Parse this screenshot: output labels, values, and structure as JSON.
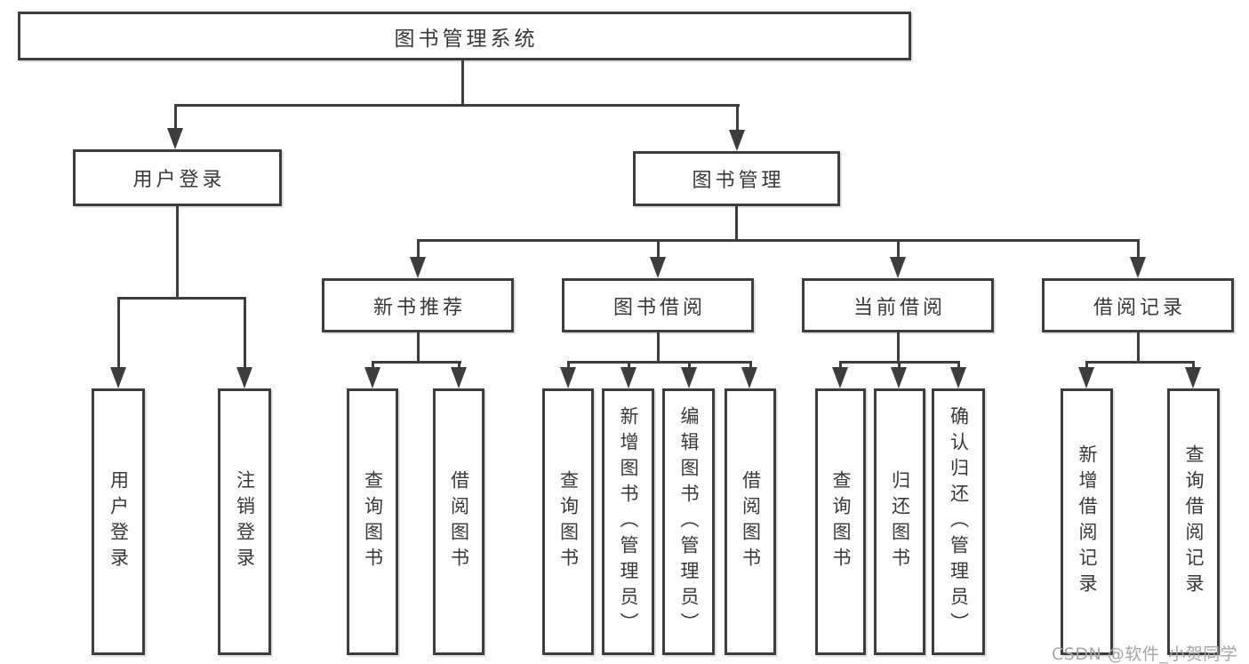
{
  "tree": {
    "root": {
      "label": "图书管理系统"
    },
    "children": [
      {
        "label": "用户登录",
        "children": [
          {
            "label": "用户登录"
          },
          {
            "label": "注销登录"
          }
        ]
      },
      {
        "label": "图书管理",
        "children": [
          {
            "label": "新书推荐",
            "children": [
              {
                "label": "查询图书"
              },
              {
                "label": "借阅图书"
              }
            ]
          },
          {
            "label": "图书借阅",
            "children": [
              {
                "label": "查询图书"
              },
              {
                "label": "新增图书（管理员）"
              },
              {
                "label": "编辑图书（管理员）"
              },
              {
                "label": "借阅图书"
              }
            ]
          },
          {
            "label": "当前借阅",
            "children": [
              {
                "label": "查询图书"
              },
              {
                "label": "归还图书"
              },
              {
                "label": "确认归还（管理员）"
              }
            ]
          },
          {
            "label": "借阅记录",
            "children": [
              {
                "label": "新增借阅记录"
              },
              {
                "label": "查询借阅记录"
              }
            ]
          }
        ]
      }
    ]
  },
  "watermark": {
    "text": "CSDN @软件_小贺同学"
  },
  "colors": {
    "line": "#3d3d3d",
    "box_border": "#3d3d3d",
    "text": "#383838",
    "watermark": "#a6a6a6",
    "background": "#ffffff"
  }
}
